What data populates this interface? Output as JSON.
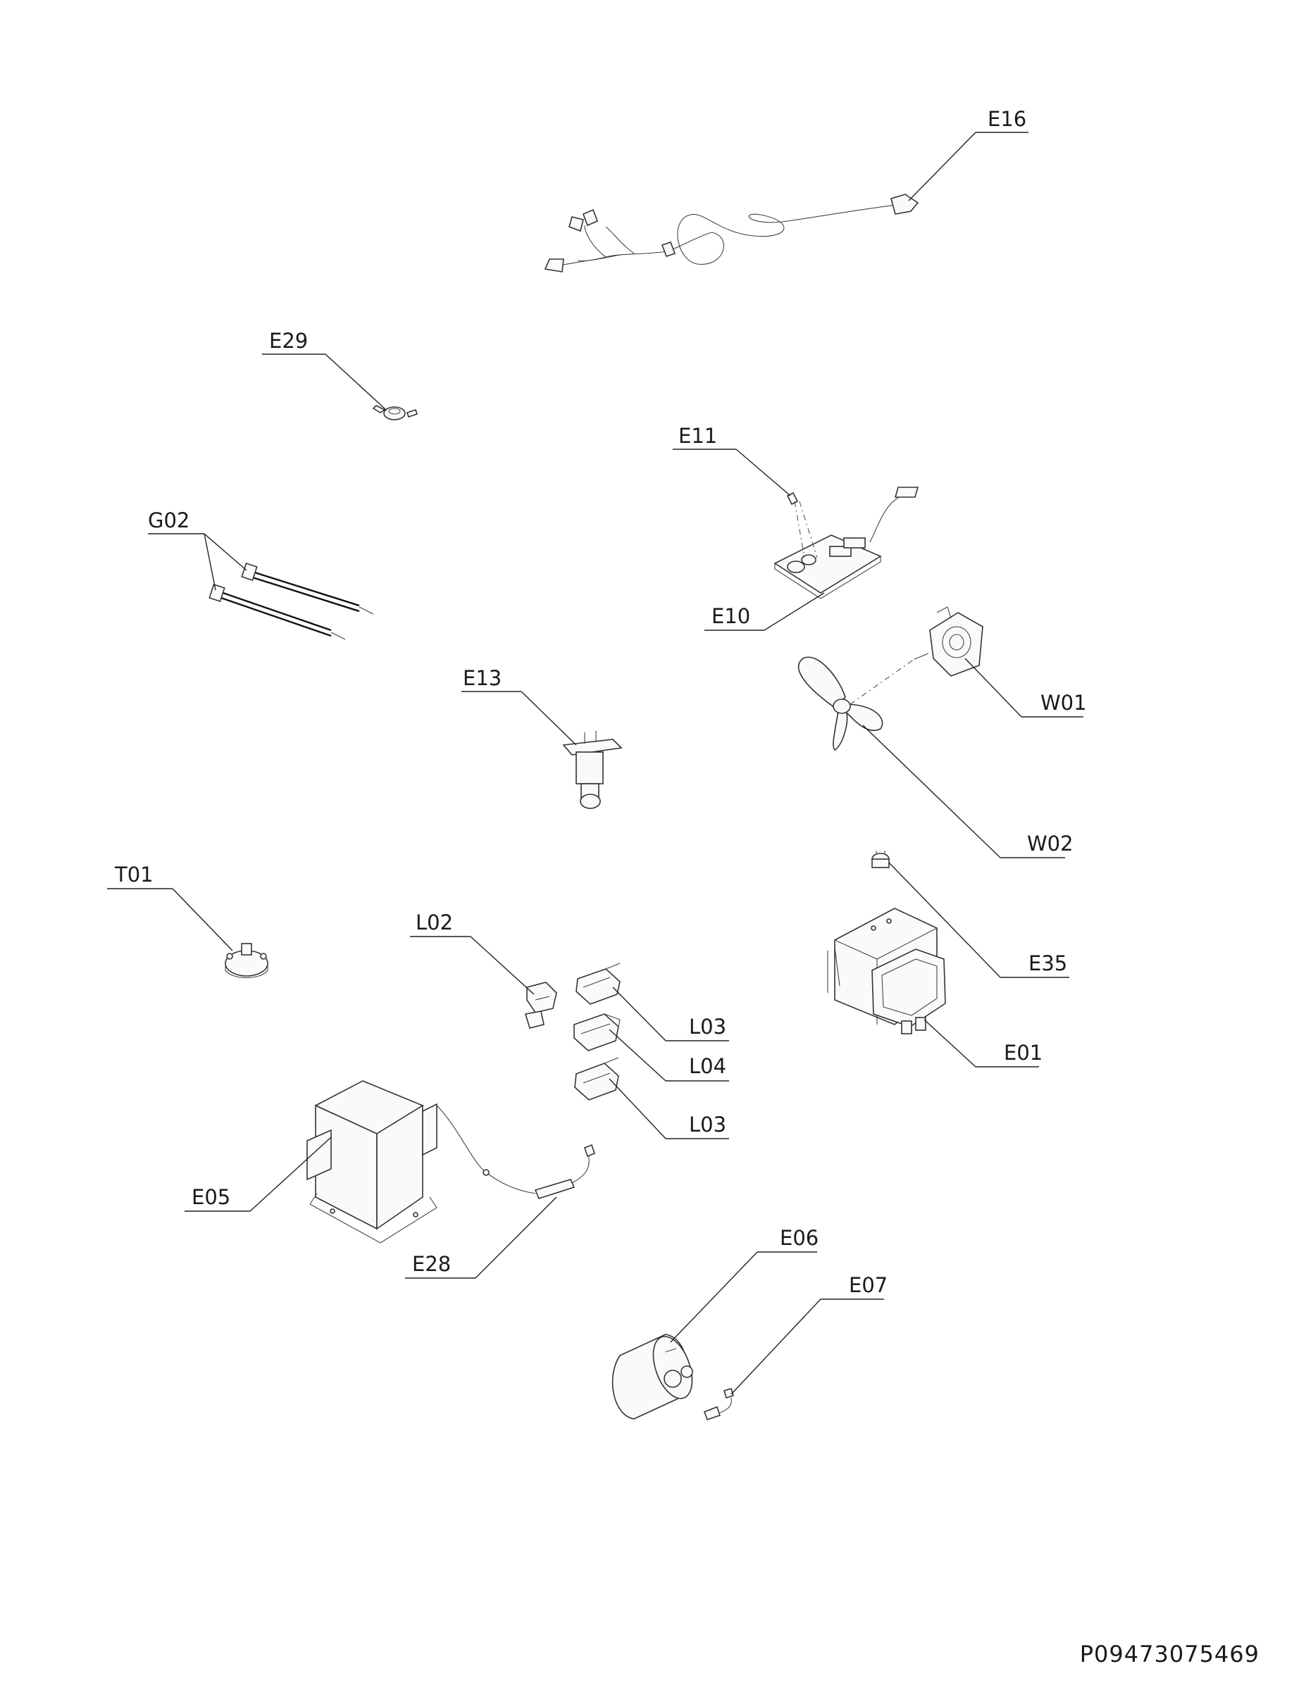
{
  "labels": {
    "E16": "E16",
    "E29": "E29",
    "E11": "E11",
    "G02": "G02",
    "E10": "E10",
    "E13": "E13",
    "W01": "W01",
    "W02": "W02",
    "T01": "T01",
    "E35": "E35",
    "L02": "L02",
    "L03a": "L03",
    "L04": "L04",
    "L03b": "L03",
    "E01": "E01",
    "E05": "E05",
    "E28": "E28",
    "E06": "E06",
    "E07": "E07"
  },
  "document_number": "P09473075469"
}
